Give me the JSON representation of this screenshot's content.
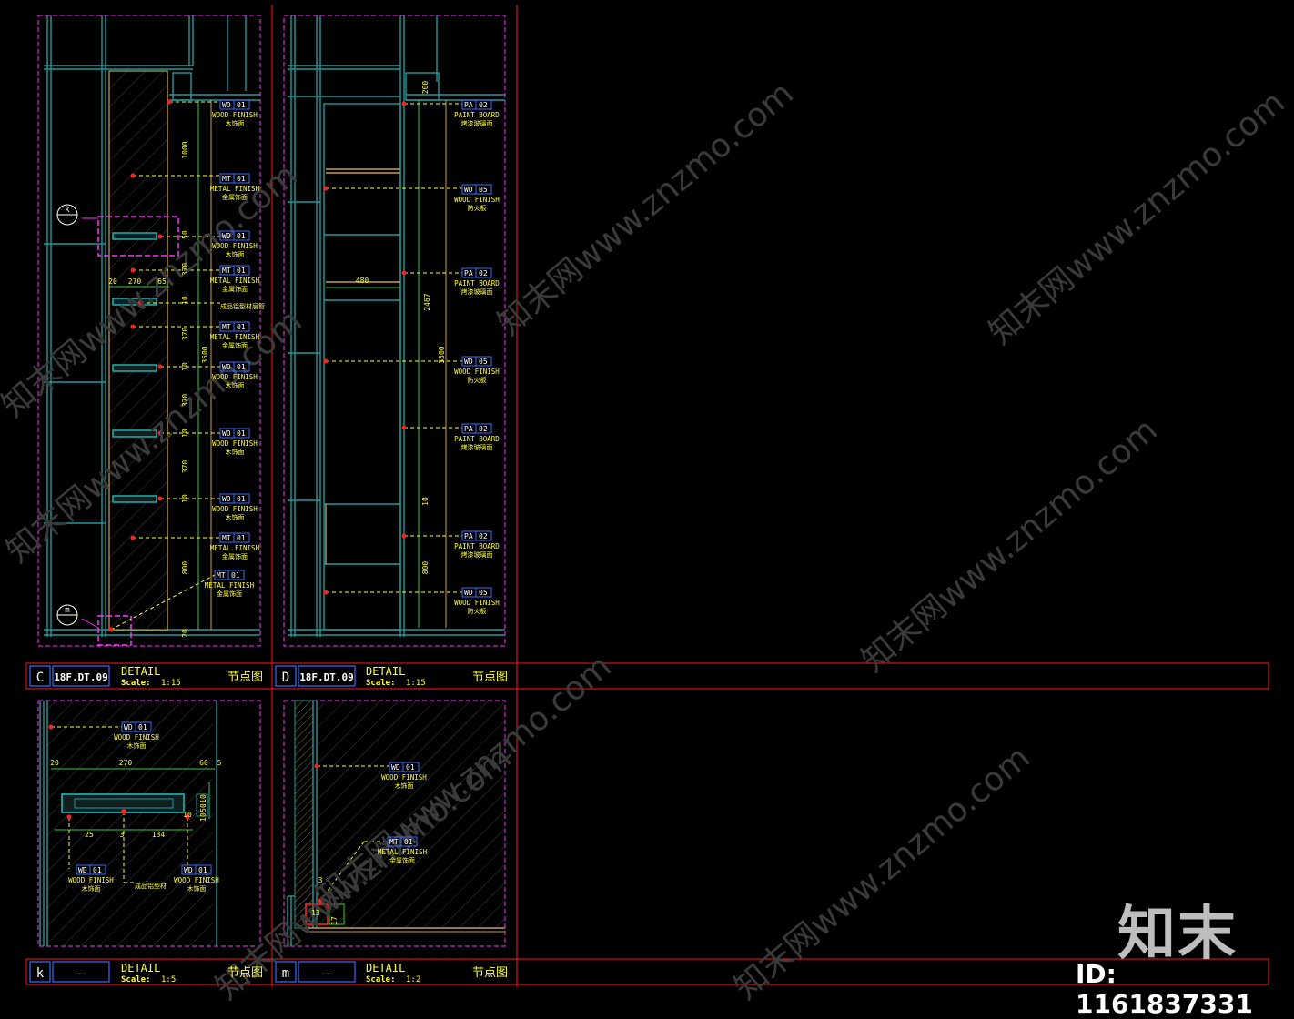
{
  "panels": {
    "c": {
      "marker": "C",
      "sheet_ref": "18F.DT.09",
      "title": "DETAIL",
      "scale_label": "Scale:",
      "scale": "1:15",
      "cn_title": "节点图",
      "section_tags": {
        "k": "k",
        "m": "m"
      },
      "dims_left": [
        "20",
        "270",
        "65"
      ],
      "dims_vertical": [
        "1000",
        "370",
        "370",
        "370",
        "370",
        "800",
        "3500",
        "20",
        "50",
        "10",
        "10",
        "10",
        "10"
      ],
      "callouts": [
        {
          "code": "WD",
          "num": "01",
          "en": "WOOD FINISH",
          "cn": "木饰面"
        },
        {
          "code": "MT",
          "num": "01",
          "en": "METAL FINISH",
          "cn": "金属饰面"
        },
        {
          "code": "WD",
          "num": "01",
          "en": "WOOD FINISH",
          "cn": "木饰面"
        },
        {
          "code": "MT",
          "num": "01",
          "en": "METAL FINISH",
          "cn": "金属饰面"
        },
        {
          "code": "",
          "num": "",
          "en": "",
          "cn": "成品铝型材层管"
        },
        {
          "code": "MT",
          "num": "01",
          "en": "METAL FINISH",
          "cn": "金属饰面"
        },
        {
          "code": "WD",
          "num": "01",
          "en": "WOOD FINISH",
          "cn": "木饰面"
        },
        {
          "code": "WD",
          "num": "01",
          "en": "WOOD FINISH",
          "cn": "木饰面"
        },
        {
          "code": "WD",
          "num": "01",
          "en": "WOOD FINISH",
          "cn": "木饰面"
        },
        {
          "code": "MT",
          "num": "01",
          "en": "METAL FINISH",
          "cn": "金属饰面"
        },
        {
          "code": "MT",
          "num": "01",
          "en": "METAL FINISH",
          "cn": "金属饰面"
        }
      ]
    },
    "d": {
      "marker": "D",
      "sheet_ref": "18F.DT.09",
      "title": "DETAIL",
      "scale_label": "Scale:",
      "scale": "1:15",
      "cn_title": "节点图",
      "dims": [
        "200",
        "480",
        "2467",
        "3500",
        "800",
        "10"
      ],
      "callouts": [
        {
          "code": "PA",
          "num": "02",
          "en": "PAINT BOARD",
          "cn": "烤漆玻璃面"
        },
        {
          "code": "WD",
          "num": "05",
          "en": "WOOD FINISH",
          "cn": "防火板"
        },
        {
          "code": "PA",
          "num": "02",
          "en": "PAINT BOARD",
          "cn": "烤漆玻璃面"
        },
        {
          "code": "WD",
          "num": "05",
          "en": "WOOD FINISH",
          "cn": "防火板"
        },
        {
          "code": "PA",
          "num": "02",
          "en": "PAINT BOARD",
          "cn": "烤漆玻璃面"
        },
        {
          "code": "PA",
          "num": "02",
          "en": "PAINT BOARD",
          "cn": "烤漆玻璃面"
        },
        {
          "code": "WD",
          "num": "05",
          "en": "WOOD FINISH",
          "cn": "防火板"
        }
      ]
    },
    "k": {
      "marker": "k",
      "sheet_ref": "——",
      "title": "DETAIL",
      "scale_label": "Scale:",
      "scale": "1:5",
      "cn_title": "节点图",
      "dims_top": [
        "20",
        "270",
        "60",
        "5"
      ],
      "dims_bottom": [
        "25",
        "3",
        "134"
      ],
      "dims_side": [
        "10",
        "50",
        "10",
        "10"
      ],
      "callouts": [
        {
          "code": "WD",
          "num": "01",
          "en": "WOOD FINISH",
          "cn": "木饰面"
        },
        {
          "code": "WD",
          "num": "01",
          "en": "WOOD FINISH",
          "cn": "木饰面"
        },
        {
          "code": "",
          "num": "",
          "en": "",
          "cn": "成品铝型材"
        },
        {
          "code": "WD",
          "num": "01",
          "en": "WOOD FINISH",
          "cn": "木饰面"
        }
      ]
    },
    "m": {
      "marker": "m",
      "sheet_ref": "——",
      "title": "DETAIL",
      "scale_label": "Scale:",
      "scale": "1:2",
      "cn_title": "节点图",
      "dims": [
        "3",
        "13",
        "17"
      ],
      "callouts": [
        {
          "code": "WD",
          "num": "01",
          "en": "WOOD FINISH",
          "cn": "木饰面"
        },
        {
          "code": "MT",
          "num": "01",
          "en": "METAL FINISH",
          "cn": "金属饰面"
        }
      ]
    }
  },
  "watermarks": {
    "site_text": "知末网www.znzmo.com",
    "logo": "知末",
    "id_label": "ID: 1161837331"
  },
  "colors": {
    "background": "#000000",
    "frame_red": "#ff1a1a",
    "viewport_magenta": "#ff33ff",
    "geometry_cyan": "#1f9a9a",
    "text_yellow": "#ffff33",
    "text_white": "#ffffff",
    "leader_red": "#ff2020",
    "dim_green": "#2ecc40",
    "tag_blue": "#3a6bff",
    "hatch_gold": "#c8a040"
  }
}
